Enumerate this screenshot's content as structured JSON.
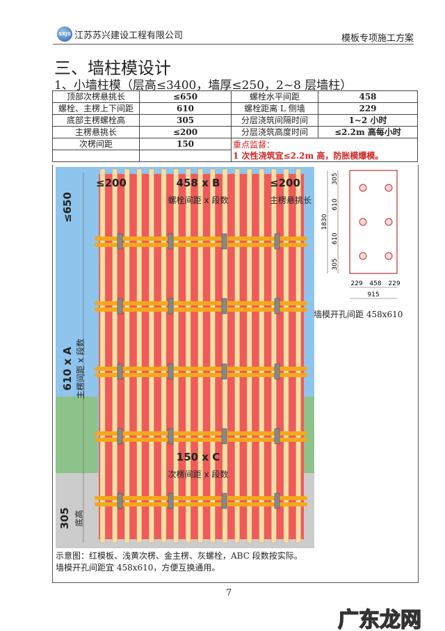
{
  "header": {
    "logo_text": "SXJS",
    "company": "江苏苏兴建设工程有限公司",
    "doc_title": "模板专项施工方案"
  },
  "section_title": "三、墙柱模设计",
  "subsection_title": "1、小墙柱模（层高≤3400，墙厚≤250，2~8 层墙柱）",
  "table": {
    "rows": [
      [
        "顶部次楞悬挑长",
        "≤650",
        "螺栓水平间距",
        "458"
      ],
      [
        "螺栓、主楞上下间距",
        "610",
        "螺栓距离 L 侧墙",
        "229"
      ],
      [
        "底部主楞螺栓高",
        "305",
        "分层浇筑间隔时间",
        "1~2 小时"
      ],
      [
        "主楞悬挑长",
        "≤200",
        "分层浇筑高度时间",
        "≤2.2m 高每小时"
      ],
      [
        "次楞间距",
        "150"
      ]
    ],
    "note_title": "重点监督：",
    "note_text": "1 次性浇筑宜≤2.2m 高，防胀模爆模。",
    "note_color": "#d22222"
  },
  "figure": {
    "labels": {
      "top_left": "≤200",
      "top_mid": "458 x B",
      "top_mid_sub": "螺栓间距 x 段数",
      "top_right": "≤200",
      "top_right_sub": "主楞悬挑长",
      "left_top": "≤650",
      "left_mid": "610 x A",
      "left_mid_sub": "主楞间距 x 段数",
      "mid_bottom": "150 x C",
      "mid_bottom_sub": "次楞间距 x 段数",
      "left_bottom": "305",
      "left_bottom_sub": "底高"
    },
    "colors": {
      "panel": "#f05a5a",
      "stud": "#f5dfa8",
      "waler": "#f4a81c",
      "bolt": "#888888",
      "sky": "#8fc4ec",
      "wall": "#8dc28a",
      "ground": "#cccccc"
    },
    "hole_diagram": {
      "heights": [
        "305",
        "610",
        "610",
        "305"
      ],
      "total_height": "1830",
      "widths": [
        "229",
        "458",
        "229"
      ],
      "total_width": "915",
      "caption": "墙模开孔间距 458x610"
    }
  },
  "captions": [
    "示意图：红模板、浅黄次楞、金主楞、灰螺栓，ABC 段数按实际。",
    "墙模开孔间距宜 458x610，方便互换通用。"
  ],
  "page_number": "7",
  "watermark": "广东龙网"
}
